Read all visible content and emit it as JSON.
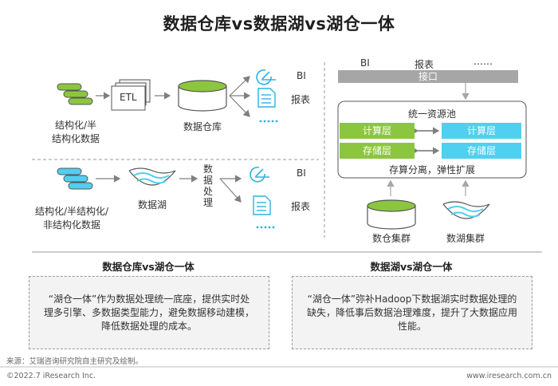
{
  "title": "数据仓库vs数据湖vs湖仓一体",
  "warehouse_flow": {
    "source_label_line1": "结构化/半",
    "source_label_line2": "结构化数据",
    "etl_label": "ETL",
    "warehouse_label": "数据仓库",
    "outputs": [
      "BI",
      "报表"
    ],
    "more": "……"
  },
  "lake_flow": {
    "source_label_line1": "结构化/半结构化/",
    "source_label_line2": "非结构化数据",
    "lake_label": "数据湖",
    "processing_label": [
      "数",
      "据",
      "处",
      "理"
    ],
    "outputs": [
      "BI",
      "报表"
    ],
    "more": "……"
  },
  "lakehouse": {
    "top_labels": [
      "BI",
      "报表",
      "……"
    ],
    "interface_label": "接口",
    "pool_title": "统一资源池",
    "compute_left": "计算层",
    "compute_right": "计算层",
    "storage_left": "存储层",
    "storage_right": "存储层",
    "separation_label": "存算分离，弹性扩展",
    "cluster_left": "数仓集群",
    "cluster_right": "数湖集群"
  },
  "sections": {
    "left_title": "数据仓库vs湖仓一体",
    "right_title": "数据湖vs湖仓一体",
    "left_text": [
      "“湖仓一体”作为数据处理统一底座，提供实时处",
      "理多引擎、多数据类型能力，避免数据移动建模，",
      "降低数据处理的成本。"
    ],
    "right_text": [
      "“湖仓一体”弥补Hadoop下数据湖实时数据处理的",
      "缺失，降低事后数据治理难度，提升了大数据应用",
      "性能。"
    ]
  },
  "source_note": "来源：艾瑞咨询研究院自主研究及绘制。",
  "copyright": "©2022.7 iResearch Inc.",
  "website": "www.iresearch.com.cn",
  "colors": {
    "green": "#8cc63f",
    "cyan": "#4fd0f0",
    "icon_cyan": "#2bb3e0",
    "gray": "#a6a6a6"
  }
}
